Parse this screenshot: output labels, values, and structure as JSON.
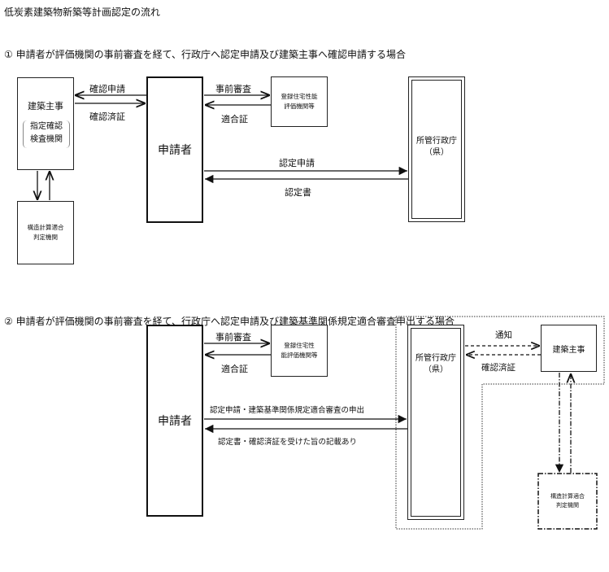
{
  "page_title": "低炭素建築物新築等計画認定の流れ",
  "section1": {
    "heading": "① 申請者が評価機関の事前審査を経て、行政庁へ認定申請及び建築主事へ確認申請する場合",
    "nodes": {
      "kenchiku_shuji": "建築主事",
      "shitei_kakunin_line1": "指定確認",
      "shitei_kakunin_line2": "検査機関",
      "kozo_line1": "構造計算適合",
      "kozo_line2": "判定機関",
      "shinseisha": "申請者",
      "hyoka_line1": "登録住宅性能",
      "hyoka_line2": "評価機関等",
      "gyoseicho_line1": "所管行政庁",
      "gyoseicho_line2": "（県）"
    },
    "edges": {
      "kakunin_shinsei": "確認申請",
      "kakunin_zumisho": "確認済証",
      "jizen_shinsa": "事前審査",
      "tekigo_sho": "適合証",
      "nintei_shinsei": "認定申請",
      "nintei_sho": "認定書"
    }
  },
  "section2": {
    "heading": "② 申請者が評価機関の事前審査を経て、行政庁へ認定申請及び建築基準関係規定適合審査申出する場合",
    "nodes": {
      "shinseisha": "申請者",
      "hyoka_line1": "登録住宅性",
      "hyoka_line2": "能評価機関等",
      "gyoseicho_line1": "所管行政庁",
      "gyoseicho_line2": "（県）",
      "kenchiku_shuji": "建築主事",
      "kozo_line1": "構造計算適合",
      "kozo_line2": "判定機関"
    },
    "edges": {
      "jizen_shinsa": "事前審査",
      "tekigo_sho": "適合証",
      "nintei_moushide": "認定申請・建築基準関係規定適合審査の申出",
      "nintei_sho_kisai": "認定書・確認済証を受けた旨の記載あり",
      "tsuchi": "通知",
      "kakunin_zumisho": "確認済証"
    }
  }
}
